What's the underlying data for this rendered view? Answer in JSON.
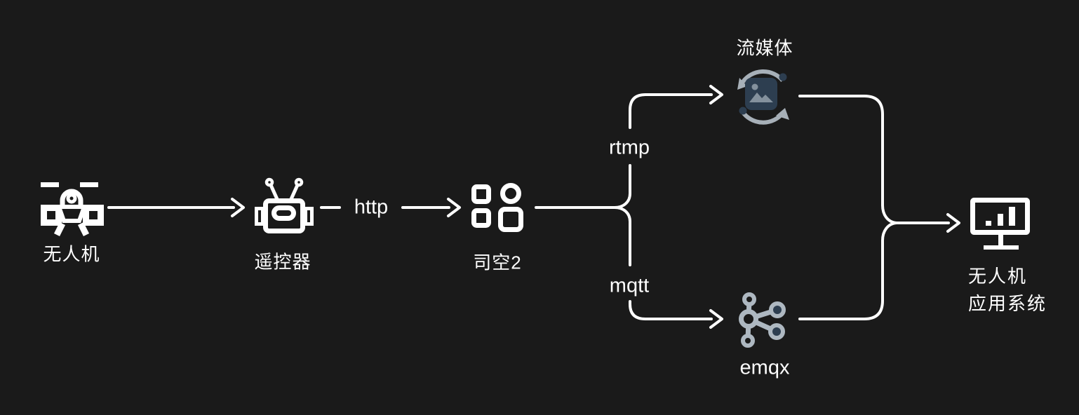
{
  "colors": {
    "bg": "#1a1a1a",
    "ink": "#ffffff",
    "navy": "#2d3e50",
    "arc-gray": "#a7b0b8",
    "node-gray": "#aeb8c1",
    "glyph-gray": "#84919d"
  },
  "diagram": {
    "nodes": {
      "drone": {
        "label": "无人机",
        "icon": "drone-icon"
      },
      "remote": {
        "label": "遥控器",
        "icon": "robot-icon"
      },
      "skyport": {
        "label": "司空2",
        "icon": "grid-icon"
      },
      "streaming": {
        "label": "流媒体",
        "icon": "media-sync-icon"
      },
      "emqx": {
        "label": "emqx",
        "icon": "node-graph-icon"
      },
      "app": {
        "label_line1": "无人机",
        "label_line2": "应用系统",
        "icon": "monitor-chart-icon"
      }
    },
    "edges": {
      "remote_to_skyport": {
        "label": "http"
      },
      "skyport_to_streaming": {
        "label": "rtmp"
      },
      "skyport_to_emqx": {
        "label": "mqtt"
      }
    }
  }
}
